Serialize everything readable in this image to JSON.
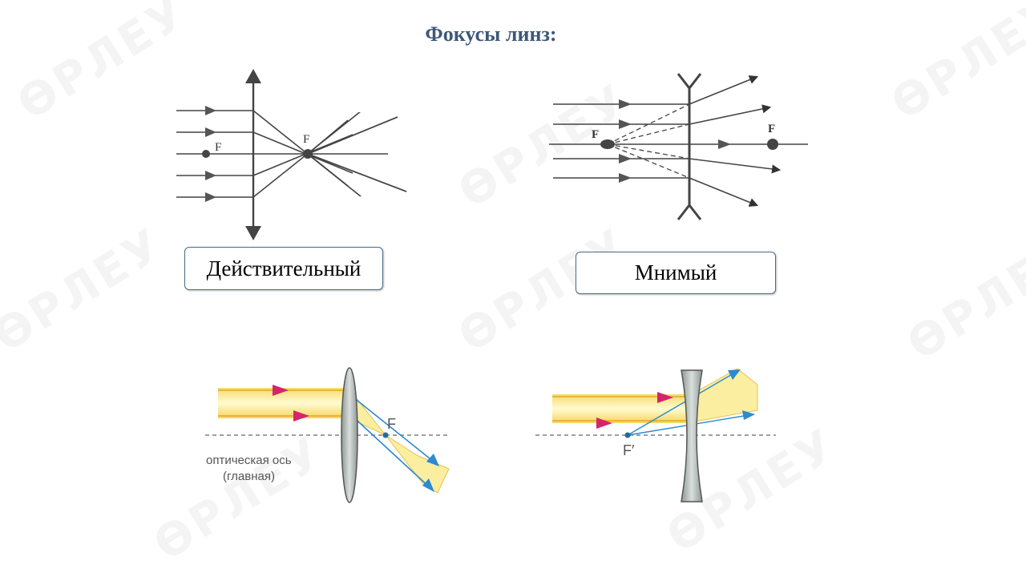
{
  "slide": {
    "title": "Фокусы линз:",
    "watermark": "ӨРЛЕУ",
    "converging_label": "Действительный",
    "diverging_label": "Мнимый"
  },
  "diagram_top_left": {
    "focus_left": "F",
    "focus_right": "F"
  },
  "diagram_top_right": {
    "focus_left": "F",
    "focus_right": "F"
  },
  "diagram_bottom_left": {
    "focus": "F",
    "axis_label_line1": "оптическая ось",
    "axis_label_line2": "(главная)"
  },
  "diagram_bottom_right": {
    "focus": "F′"
  },
  "colors": {
    "title": "#3d5879",
    "beam": "#fff59a",
    "ray_red": "#d6246a",
    "ray_blue": "#2b8ad0",
    "lens": "#a9b2b0"
  }
}
